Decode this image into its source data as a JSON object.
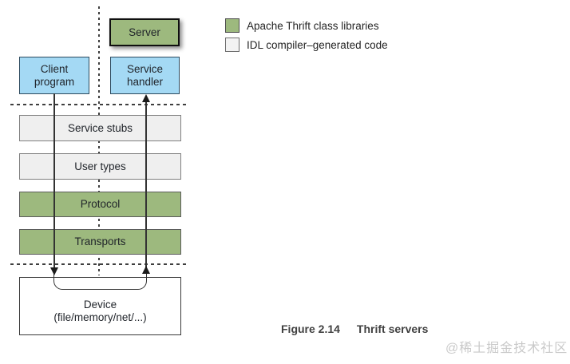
{
  "figure": {
    "boxes": {
      "server": {
        "label": "Server"
      },
      "client_program": {
        "label": "Client program"
      },
      "service_handler": {
        "label": "Service handler"
      },
      "service_stubs": {
        "label": "Service stubs"
      },
      "user_types": {
        "label": "User types"
      },
      "protocol": {
        "label": "Protocol"
      },
      "transports": {
        "label": "Transports"
      },
      "device": {
        "label": "Device",
        "sublabel": "(file/memory/net/...)"
      }
    },
    "legend": {
      "items": [
        {
          "swatch_color": "#9DB97E",
          "label": "Apache Thrift class libraries"
        },
        {
          "swatch_color": "#F3F3F3",
          "label": "IDL compiler–generated code"
        }
      ]
    },
    "caption": {
      "number": "Figure 2.14",
      "title": "Thrift servers"
    },
    "watermark": "@稀土掘金技术社区",
    "colors": {
      "thrift_green": "#9DB97E",
      "idl_gray": "#EFEFEF",
      "program_blue": "#A4D9F4",
      "line": "#333333"
    }
  }
}
